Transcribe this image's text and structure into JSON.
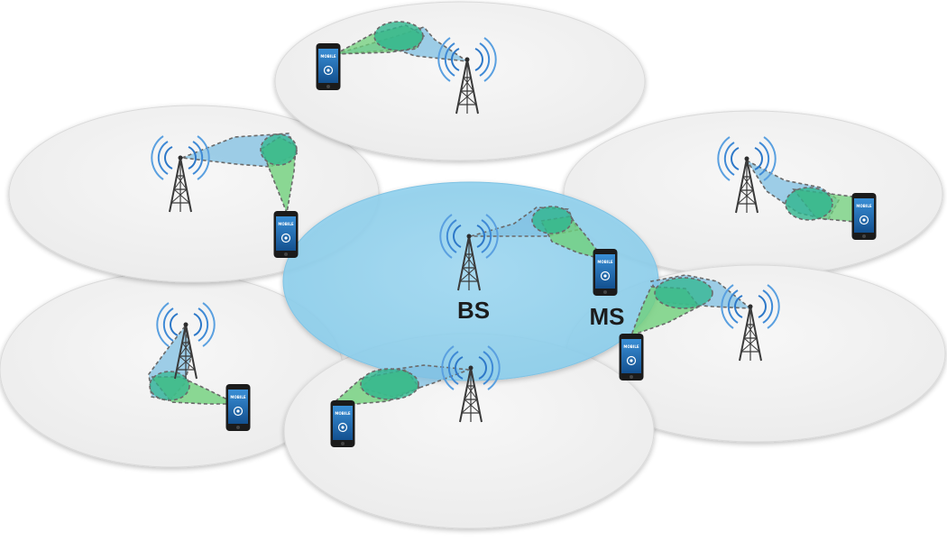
{
  "labels": {
    "base_station": "BS",
    "mobile_station": "MS",
    "phone_screen_text": "MOBILE"
  },
  "icons": [
    "cell-tower-icon",
    "mobile-phone-icon"
  ],
  "colors": {
    "cell_fill": "#f2f2f2",
    "serving_cell_fill": "#8ed2ef",
    "beam_blue": "#7fbfe2",
    "beam_green": "#6fcf7a",
    "beam_outline": "#6a6a6a",
    "tower_signal": "#2d78c8",
    "phone_body": "#1b1b1b",
    "phone_screen": "#1f6fb8"
  }
}
